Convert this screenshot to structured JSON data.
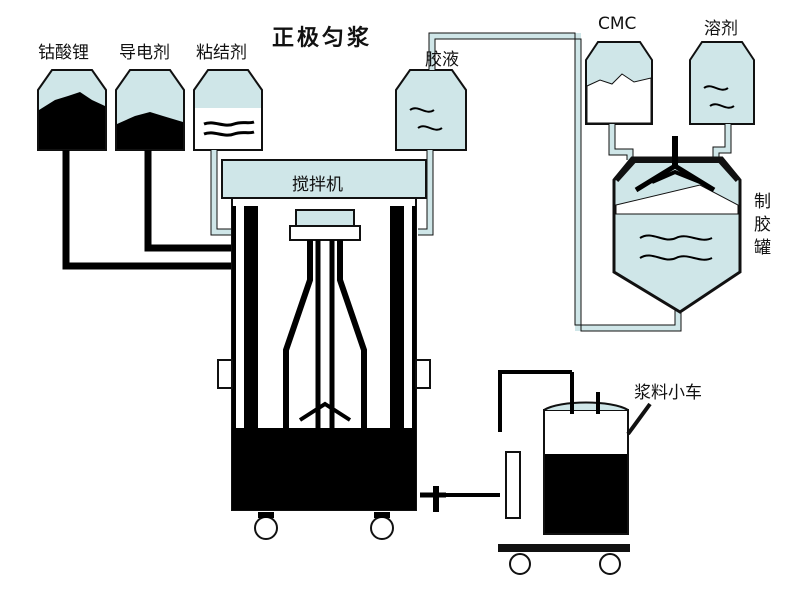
{
  "title": "正极匀浆",
  "materials": {
    "licoo2": "钴酸锂",
    "conductive": "导电剂",
    "binder": "粘结剂"
  },
  "glue": "胶液",
  "cmc": "CMC",
  "solvent": "溶剂",
  "mixer": "搅拌机",
  "glue_tank": "制胶罐",
  "slurry_cart": "浆料小车",
  "colors": {
    "tank_fill": "#cfe6e8",
    "outline": "#111111",
    "material": "#000000",
    "background": "#ffffff"
  }
}
